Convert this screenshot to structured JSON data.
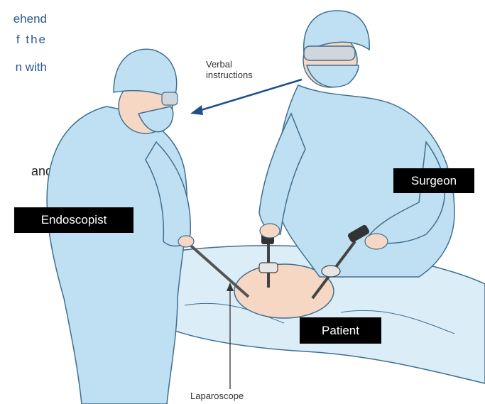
{
  "background_text": {
    "line1": "ehend",
    "line2": "f  the",
    "line3": "n with",
    "line4": "and"
  },
  "labels": {
    "endoscopist": "Endoscopist",
    "surgeon": "Surgeon",
    "patient": "Patient",
    "verbal_instructions": "Verbal\ninstructions",
    "laparoscope": "Laparoscope"
  },
  "colors": {
    "scrubs": "#bfe0f2",
    "scrub_outline": "#3f6f8f",
    "skin": "#f6d7c3",
    "drape": "#dbeef8",
    "arrow": "#1f4e8c",
    "label_bg": "#000000"
  }
}
